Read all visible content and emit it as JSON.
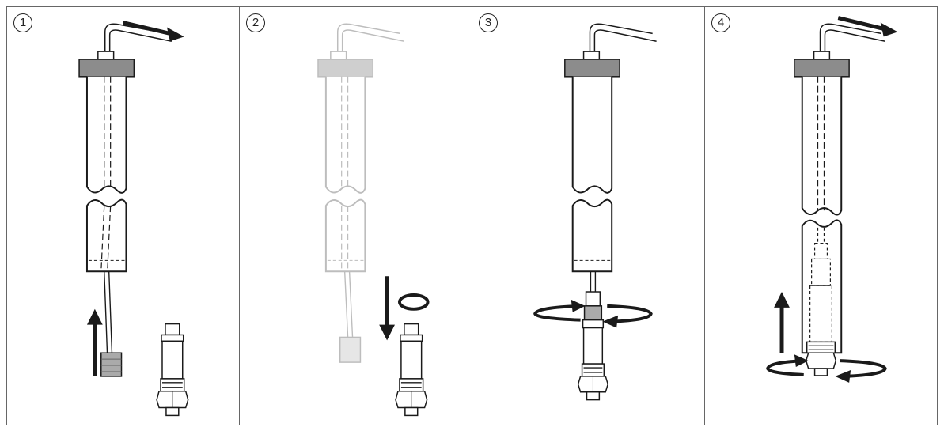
{
  "steps": [
    {
      "label": "1"
    },
    {
      "label": "2"
    },
    {
      "label": "3"
    },
    {
      "label": "4"
    }
  ],
  "colors": {
    "ink": "#1a1a1a",
    "faded": "#bdbdbd",
    "cap": "#8c8c8c",
    "border": "#666666"
  }
}
